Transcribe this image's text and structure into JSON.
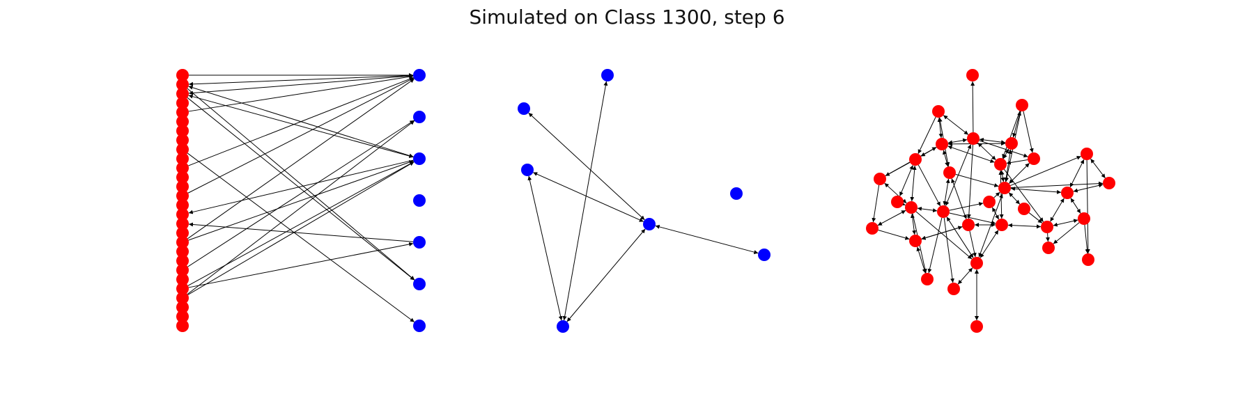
{
  "figure": {
    "title": "Simulated on Class 1300, step 6"
  },
  "colors": {
    "red_node": "#ff0000",
    "blue_node": "#0000ff",
    "edge": "#000000"
  },
  "panels": [
    {
      "id": "bipartite",
      "description": "red nodes column (left) linked to blue nodes column (right)",
      "red_count": 28,
      "blue_count": 7,
      "edges": [
        [
          0,
          0,
          "rb"
        ],
        [
          1,
          0,
          "br"
        ],
        [
          2,
          0,
          "br"
        ],
        [
          4,
          0,
          "rb"
        ],
        [
          10,
          0,
          "rb"
        ],
        [
          13,
          0,
          "rb"
        ],
        [
          18,
          0,
          "rb"
        ],
        [
          1,
          2,
          "both"
        ],
        [
          2,
          2,
          "both"
        ],
        [
          15,
          2,
          "br"
        ],
        [
          18,
          2,
          "rb"
        ],
        [
          23,
          2,
          "rb"
        ],
        [
          24,
          2,
          "rb"
        ],
        [
          21,
          1,
          "rb"
        ],
        [
          24,
          1,
          "rb"
        ],
        [
          1,
          5,
          "rb"
        ],
        [
          2,
          5,
          "rb"
        ],
        [
          16,
          4,
          "br"
        ],
        [
          23,
          4,
          "rb"
        ],
        [
          8,
          6,
          "rb"
        ]
      ]
    },
    {
      "id": "blue-graph",
      "description": "small blue directed graph",
      "nodes": 7,
      "edges": [
        [
          3,
          1,
          "both"
        ],
        [
          3,
          2,
          "both"
        ],
        [
          3,
          4,
          "both"
        ],
        [
          2,
          5,
          "both"
        ],
        [
          5,
          0,
          "both"
        ],
        [
          3,
          5,
          "both"
        ]
      ]
    },
    {
      "id": "red-graph",
      "description": "red directed network",
      "nodes": 32
    }
  ]
}
